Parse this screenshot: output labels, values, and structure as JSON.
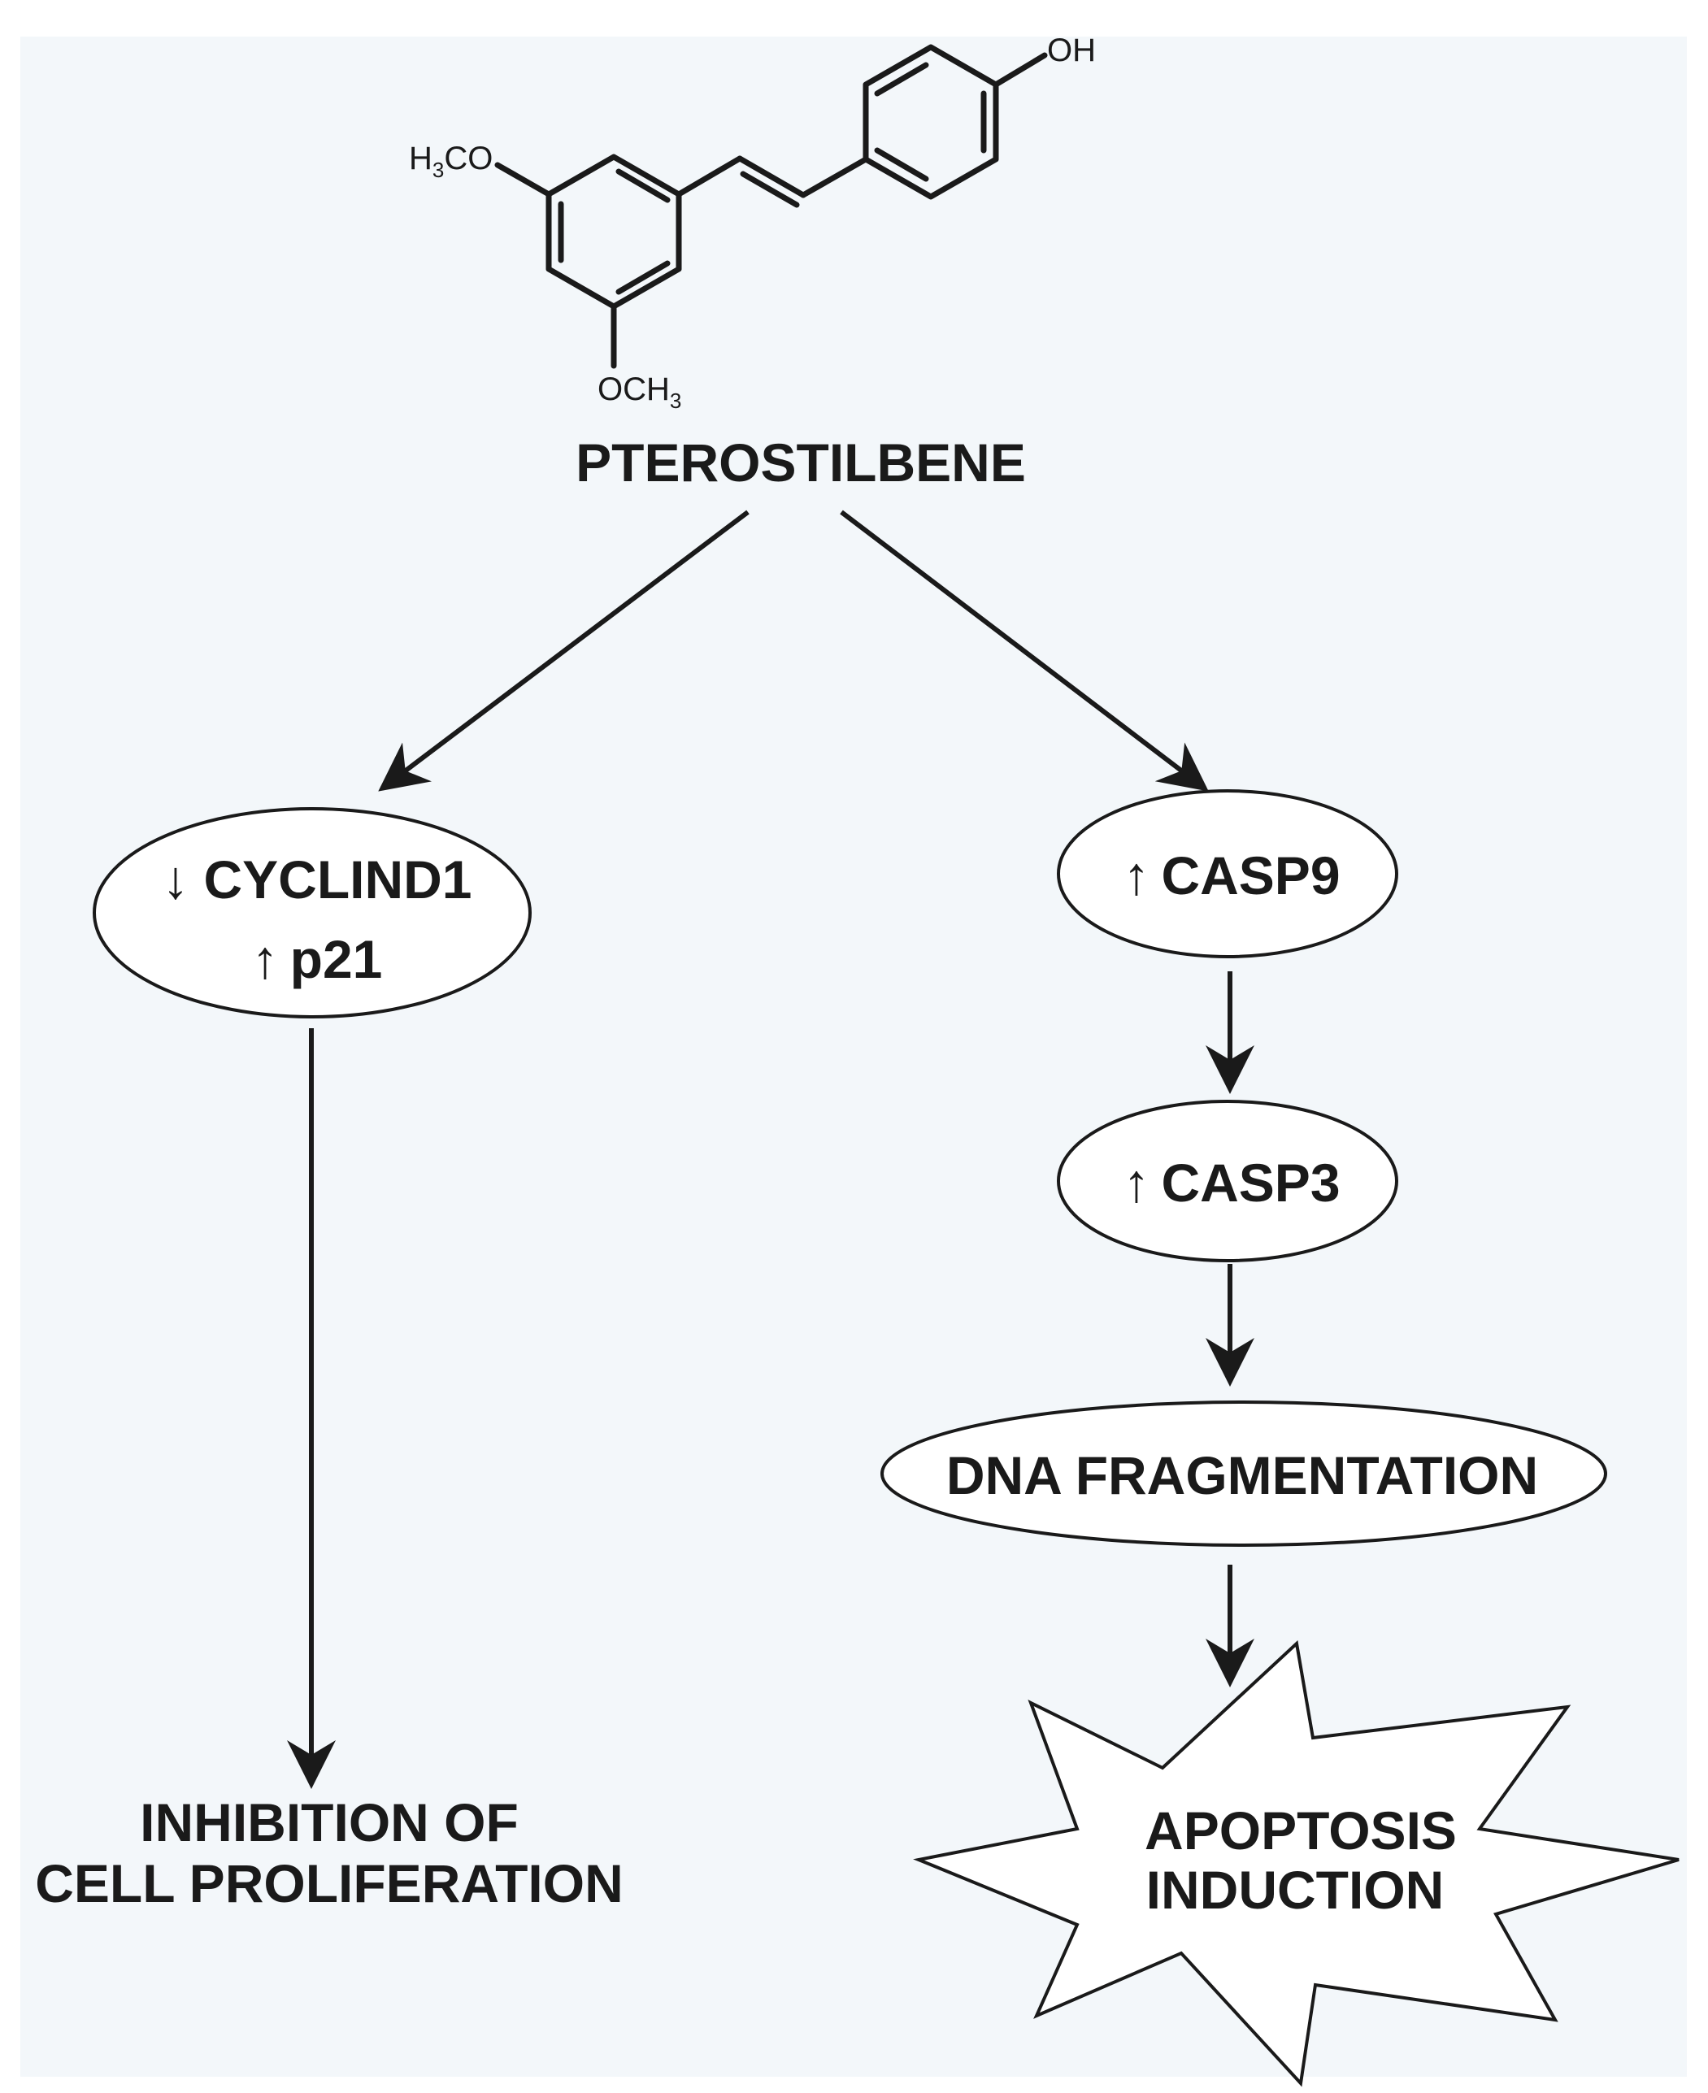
{
  "molecule": {
    "substituent_top": "OH",
    "substituent_left": "H3CO",
    "substituent_left_parts": {
      "h": "H",
      "sub": "3",
      "rest": "CO"
    },
    "substituent_bottom_parts": {
      "prefix": "OCH",
      "sub": "3"
    },
    "name": "PTEROSTILBENE"
  },
  "left_branch": {
    "node_line1": {
      "arrow": "↓",
      "text": "CYCLIND1"
    },
    "node_line2": {
      "arrow": "↑",
      "text": "p21"
    },
    "outcome_line1": "INHIBITION OF",
    "outcome_line2": "CELL PROLIFERATION"
  },
  "right_branch": {
    "node1": {
      "arrow": "↑",
      "text": "CASP9"
    },
    "node2": {
      "arrow": "↑",
      "text": "CASP3"
    },
    "node3": {
      "text": "DNA FRAGMENTATION"
    },
    "outcome_line1": "APOPTOSIS",
    "outcome_line2": "INDUCTION"
  },
  "colors": {
    "background": "#f3f7fa",
    "ink": "#1a1a1a",
    "node_fill": "#ffffff"
  }
}
